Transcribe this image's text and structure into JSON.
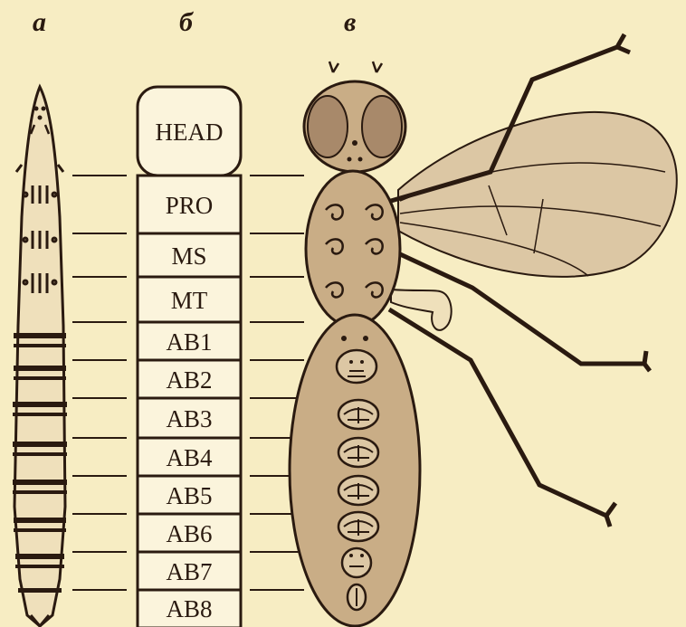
{
  "panels": {
    "a": "a",
    "b": "б",
    "v": "в"
  },
  "segments": [
    "HEAD",
    "PRO",
    "MS",
    "MT",
    "AB1",
    "AB2",
    "AB3",
    "AB4",
    "AB5",
    "AB6",
    "AB7",
    "AB8"
  ],
  "colors": {
    "background": "#f7edc3",
    "ink": "#2a1a10",
    "body_fill": "#c9ad86",
    "wing_fill": "#dcc7a4",
    "eye_fill": "#a8896a"
  }
}
